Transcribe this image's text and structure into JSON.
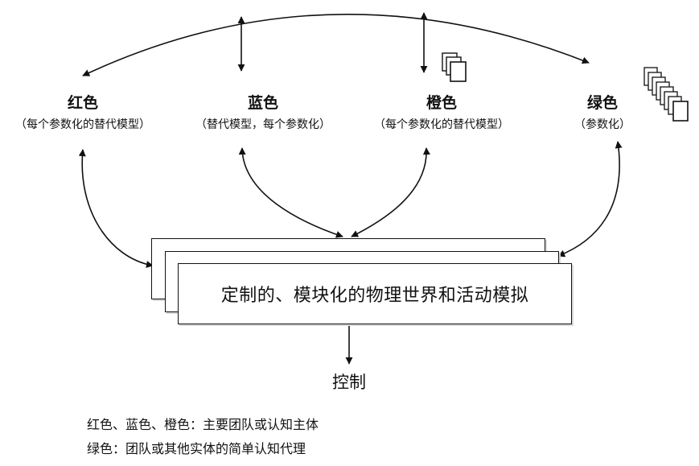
{
  "teams": {
    "red": {
      "name": "红色",
      "desc": "（每个参数化的替代模型）"
    },
    "blue": {
      "name": "蓝色",
      "desc": "（替代模型，每个参数化）"
    },
    "orange": {
      "name": "橙色",
      "desc": "（每个参数化的替代模型）"
    },
    "green": {
      "name": "绿色",
      "desc": "（参数化）"
    }
  },
  "simulation": {
    "label": "定制的、模块化的物理世界和活动模拟"
  },
  "control": {
    "label": "控制"
  },
  "legend": {
    "line1": "红色、蓝色、橙色：主要团队或认知主体",
    "line2": "绿色：团队或其他实体的简单认知代理"
  },
  "icons": {
    "orange_stack": "stacked-documents-icon",
    "green_stack": "many-stacked-documents-icon"
  }
}
